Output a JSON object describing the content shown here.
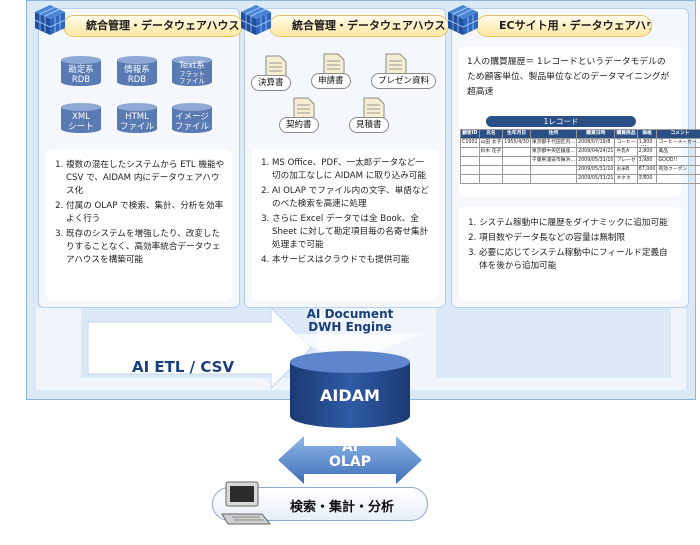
{
  "panels": [
    {
      "title": "統合管理・データウェアハウス",
      "databases": [
        {
          "line1": "勘定系",
          "line2": "RDB"
        },
        {
          "line1": "情報系",
          "line2": "RDB"
        },
        {
          "line1": "Text系",
          "line2": "フラット",
          "line3": "ファイル"
        },
        {
          "line1": "XML",
          "line2": "シート"
        },
        {
          "line1": "HTML",
          "line2": "ファイル"
        },
        {
          "line1": "イメージ",
          "line2": "ファイル"
        }
      ],
      "items": [
        "複数の混在したシステムから ETL 機能や CSV で、AIDAM 内にデータウェアハウス化",
        "付属の OLAP で検索、集計、分析を効率よく行う",
        "既存のシステムを増強したり、改変したりすることなく、高効率統合データウェアハウスを構築可能"
      ]
    },
    {
      "title": "統合管理・データウェアハウス",
      "documents": [
        "決算書",
        "申請書",
        "プレゼン資料",
        "契約書",
        "見積書"
      ],
      "items": [
        "MS Office、PDF、一太郎データなど一切の加工なしに AIDAM に取り込み可能",
        "AI OLAP でファイル内の文字、単語などのべた検索を高速に処理",
        "さらに Excel データでは全 Book、全 Sheet に対して勘定項目毎の名寄せ集計処理まで可能",
        "本サービスはクラウドでも提供可能"
      ]
    },
    {
      "title": "ECサイト用・データウェアハウス",
      "intro": "1人の購買履歴＝ 1レコードというデータモデルのため顧客単位、製品単位などのデータマイニングが超高速",
      "record_label": "1レコード",
      "table": {
        "headers": [
          "顧客ID",
          "氏名",
          "生年月日",
          "住所",
          "購買日時",
          "購買商品",
          "価格",
          "コメント"
        ],
        "rows": [
          [
            "C1001",
            "山田 太子",
            "1955/4/30",
            "東京都千代田区内…",
            "2008/07/19/8",
            "コーヒー",
            "1,800",
            "コーヒーメーカー…"
          ],
          [
            "",
            "鈴木 花子",
            "",
            "東京都中央区銀座…",
            "2009/04/24/21",
            "牛乳A",
            "2,800",
            "美品"
          ],
          [
            "",
            "",
            "",
            "千葉県浦安市舞浜…",
            "2009/05/31/10",
            "プレーゼ",
            "3,980",
            "GOOD!!"
          ],
          [
            "",
            "",
            "",
            "",
            "2009/05/31/10",
            "お米B",
            "87,000",
            "有効クーポン"
          ],
          [
            "",
            "",
            "",
            "",
            "2009/05/31/21",
            "ネネネ",
            "3,600",
            ""
          ]
        ]
      },
      "items": [
        "システム稼動中に履歴をダイナミックに追加可能",
        "項目数やデータ長などの容量は無制限",
        "必要に応じてシステム稼動中にフィールド定義自体を後から追加可能"
      ]
    }
  ],
  "engine_label_1": "AI Document",
  "engine_label_2": "DWH Engine",
  "etl_label": "AI ETL / CSV",
  "core_label": "AIDAM",
  "olap_label_1": "AI",
  "olap_label_2": "OLAP",
  "terminal_label": "検索・集計・分析",
  "colors": {
    "frame": "#dbe9f7",
    "header": "#ffe8a3",
    "database": "#5a7ab3",
    "core": "#1f3f7a",
    "arrow_text": "#1a3f7a"
  }
}
